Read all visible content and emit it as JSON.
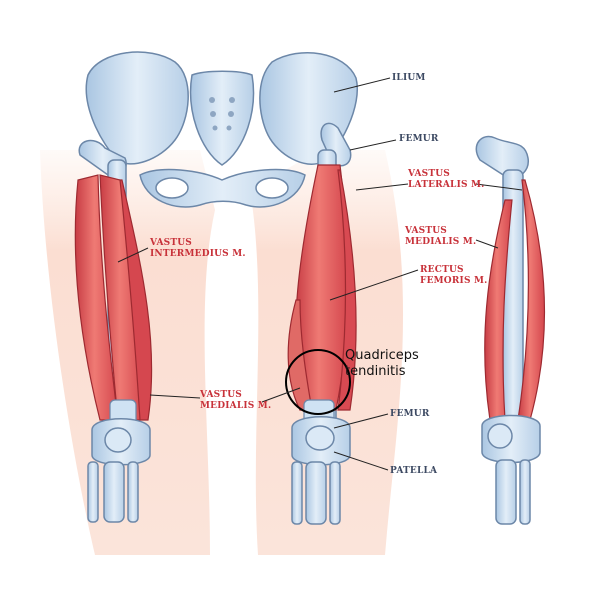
{
  "labels": {
    "ilium": "ILIUM",
    "femur_top": "FEMUR",
    "vastus_lateralis": [
      "VASTUS",
      "LATERALIS M."
    ],
    "vastus_intermedius": [
      "VASTUS",
      "INTERMEDIUS M."
    ],
    "vastus_medialis_right": [
      "VASTUS",
      "MEDIALIS M."
    ],
    "rectus_femoris": [
      "RECTUS",
      "FEMORIS M."
    ],
    "vastus_medialis_bottom": [
      "VASTUS",
      "MEDIALIS M."
    ],
    "femur_bottom": "FEMUR",
    "patella": "PATELLA"
  },
  "callout": {
    "line1": "Quadriceps",
    "line2": "tendinitis"
  },
  "colors": {
    "muscle": "#e0575c",
    "muscle_light": "#f08a85",
    "bone": "#c9def0",
    "bone_outline": "#6c87a8",
    "skin": "#fbe0d6",
    "label_red": "#c8323a",
    "label_navy": "#3d4a63"
  }
}
